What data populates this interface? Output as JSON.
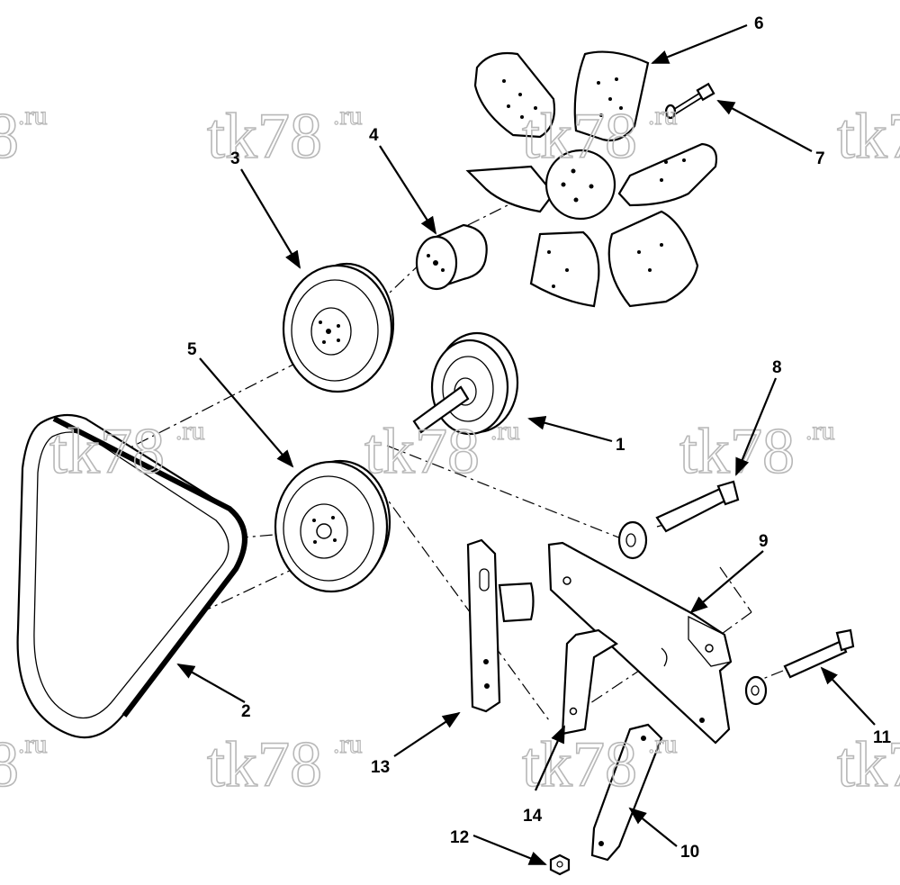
{
  "watermark": {
    "main": "tk78",
    "suffix": ".ru",
    "partial_main": "8"
  },
  "callouts": {
    "c1": "1",
    "c2": "2",
    "c3": "3",
    "c4": "4",
    "c5": "5",
    "c6": "6",
    "c7": "7",
    "c8": "8",
    "c9": "9",
    "c10": "10",
    "c11": "11",
    "c12": "12",
    "c13": "13",
    "c14": "14"
  }
}
